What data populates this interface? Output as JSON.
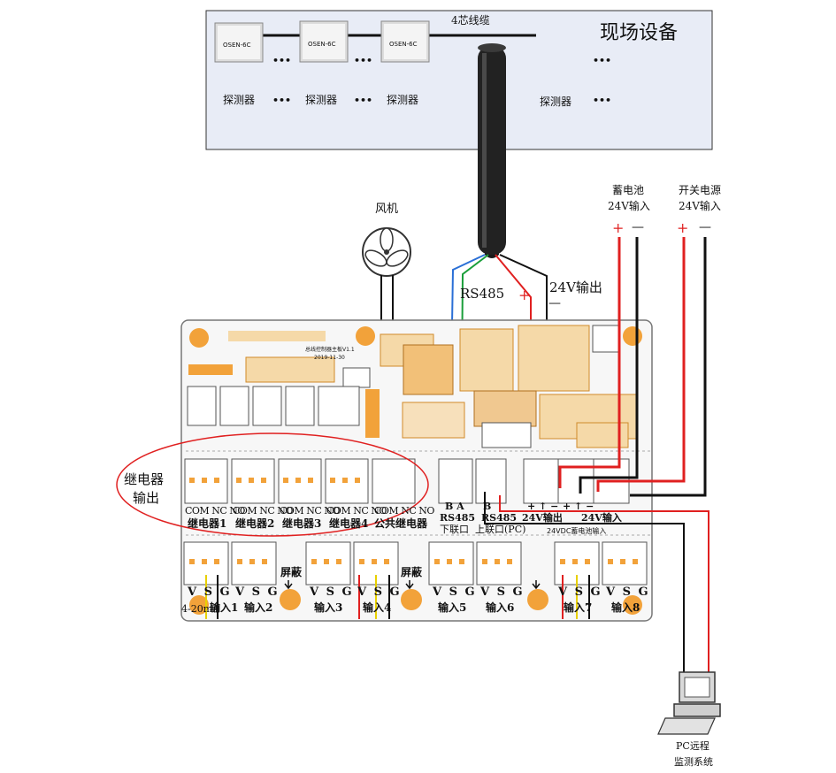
{
  "field": {
    "title": "现场设备",
    "cable_label": "4芯线缆",
    "detectors": [
      {
        "model": "OSEN-6C",
        "label": "探测器"
      },
      {
        "model": "OSEN-6C",
        "label": "探测器"
      },
      {
        "model": "OSEN-6C",
        "label": "探测器"
      },
      {
        "model": "",
        "label": "探测器"
      }
    ],
    "ellipsis": "•••"
  },
  "fan_label": "风机",
  "rs485_label": "RS485",
  "output_24v_label": "24V输出",
  "plus_sign": "+",
  "minus_sign": "—",
  "battery": {
    "line1": "蓄电池",
    "line2": "24V输入"
  },
  "switch_power": {
    "line1": "开关电源",
    "line2": "24V输入"
  },
  "relay_output": {
    "line1": "继电器",
    "line2": "输出"
  },
  "board": {
    "title": "总线控制器主板V1.1",
    "date": "2019-11-30",
    "relay_pins": [
      "COM NC NO",
      "COM NC NO",
      "COM NC NO",
      "COM NC NO",
      "COM NC NO"
    ],
    "relay_names": [
      "继电器1",
      "继电器2",
      "继电器3",
      "继电器4",
      "公共继电器"
    ],
    "rs485_down": {
      "pins": "B  A",
      "name": "RS485",
      "sub": "下联口"
    },
    "rs485_up": {
      "pins": "B",
      "name": "RS485",
      "sub": "上联口(PC)"
    },
    "out24": {
      "pins": "+ ↑ −",
      "name": "24V输出"
    },
    "in24": {
      "pins": "+ ↑ −",
      "name": "24V输入"
    },
    "battery_sub": "24VDC蓄电池输入",
    "input_pins": "V S G",
    "input_names": [
      "输入1",
      "输入2",
      "输入3",
      "输入4",
      "输入5",
      "输入6",
      "输入7",
      "输入8"
    ],
    "input_prefix": "4-20mA",
    "shield_label": "屏蔽"
  },
  "pc": {
    "line1": "PC远程",
    "line2": "监测系统"
  },
  "colors": {
    "red": "#e02020",
    "black": "#111111",
    "blue": "#2a6fd6",
    "green": "#1a9e3a",
    "yellow": "#e8d000",
    "board": "#f7f7f7",
    "orange": "#f2a23a",
    "field_bg": "#e8ecf6"
  }
}
